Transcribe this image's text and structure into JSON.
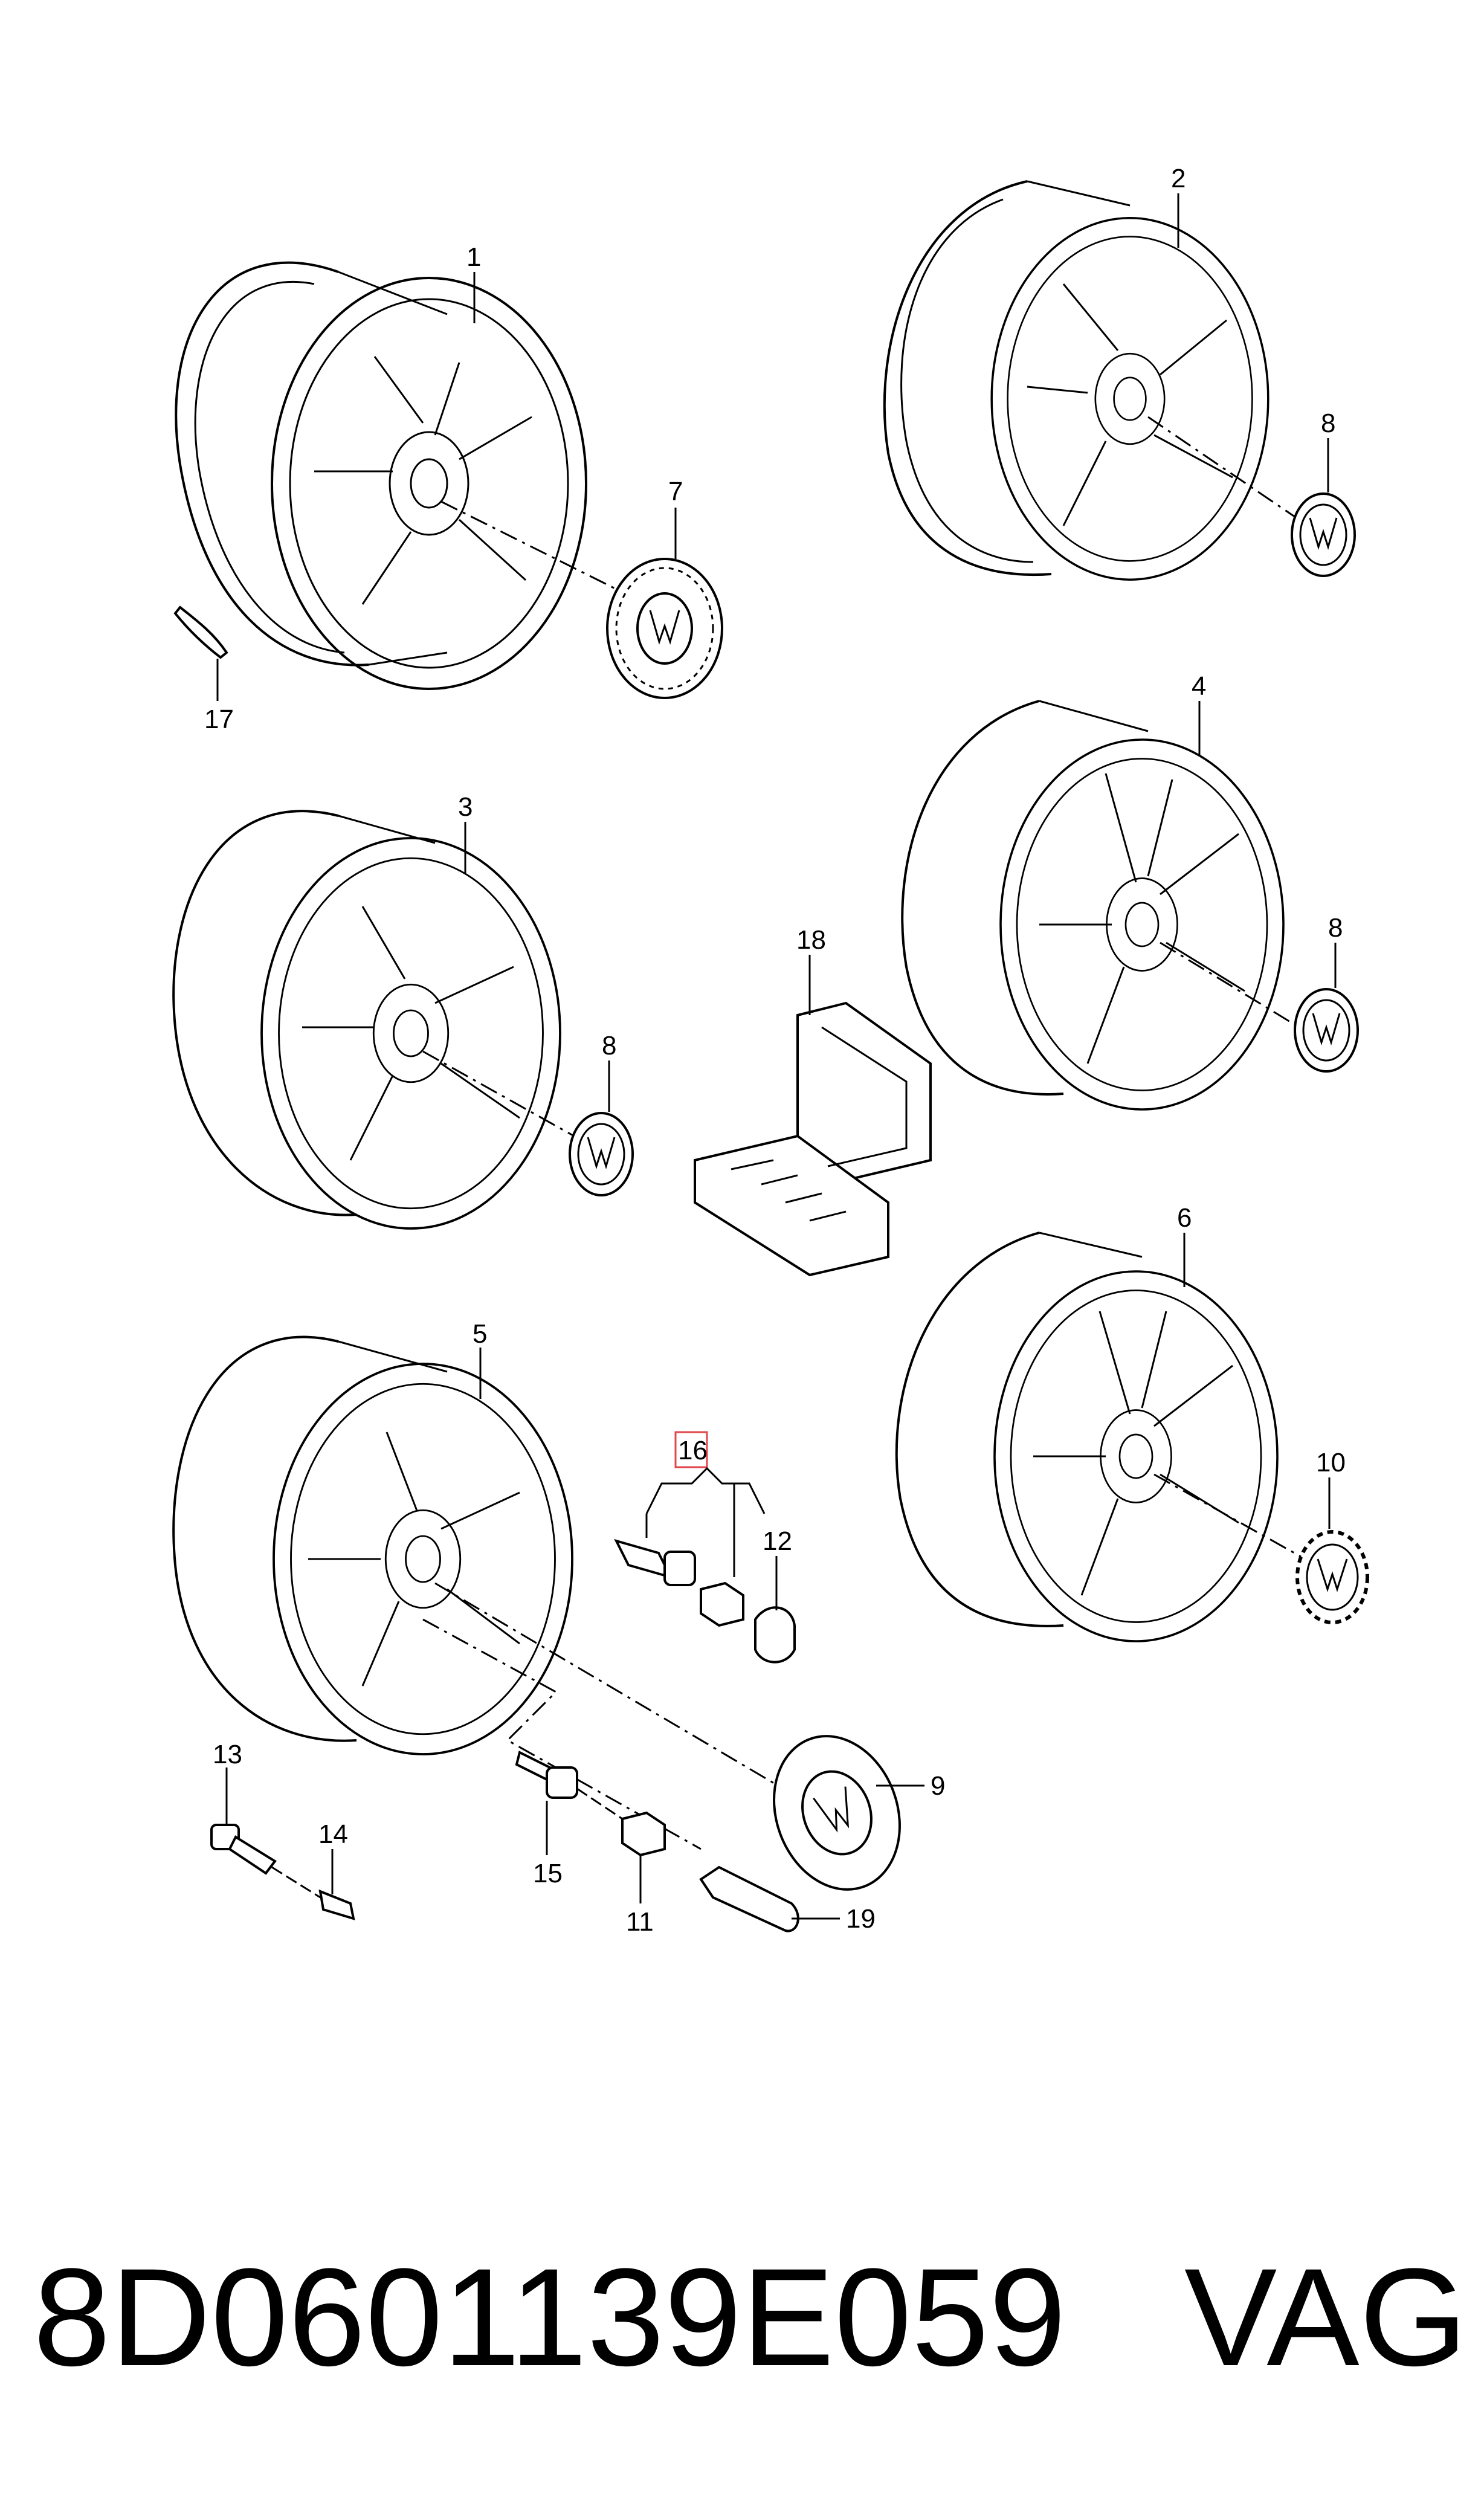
{
  "callouts": {
    "c1": "1",
    "c2": "2",
    "c3": "3",
    "c4": "4",
    "c5": "5",
    "c6": "6",
    "c7": "7",
    "c8a": "8",
    "c8b": "8",
    "c8c": "8",
    "c9": "9",
    "c10": "10",
    "c11": "11",
    "c12": "12",
    "c13": "13",
    "c14": "14",
    "c15": "15",
    "c16": "16",
    "c17": "17",
    "c18": "18",
    "c19": "19"
  },
  "footer": {
    "part_number": "8D0601139E059",
    "brand": "VAG"
  },
  "colors": {
    "highlight": "#e0474c",
    "ink": "#000000"
  }
}
